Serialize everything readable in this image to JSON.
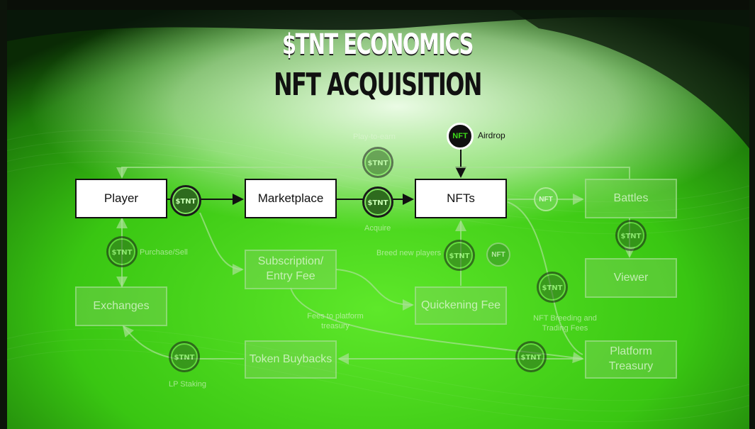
{
  "title": {
    "line1": "$TNT ECONOMICS",
    "line2": "NFT ACQUISITION"
  },
  "nodes": {
    "player": "Player",
    "marketplace": "Marketplace",
    "nfts": "NFTs",
    "battles": "Battles",
    "viewer": "Viewer",
    "subscription_line1": "Subscription/",
    "subscription_line2": "Entry Fee",
    "exchanges": "Exchanges",
    "quickening_fee": "Quickening Fee",
    "token_buybacks": "Token Buybacks",
    "platform_treasury": "Platform Treasury"
  },
  "labels": {
    "airdrop": "Airdrop",
    "play_to_earn": "Play-to-earn",
    "acquire": "Acquire",
    "purchase_sell": "Purchase/Sell",
    "breed_new_players": "Breed new players",
    "fees_line1": "Fees to platform",
    "fees_line2": "treasury",
    "breeding_line1": "NFT Breeding and",
    "breeding_line2": "Trading Fees",
    "lp_staking": "LP Staking"
  },
  "badges": {
    "nft": "NFT",
    "coin_mark": "$TNT"
  },
  "colors": {
    "accent_green": "#3ddc1a",
    "dark": "#111111",
    "box_fill": "#ffffff"
  }
}
